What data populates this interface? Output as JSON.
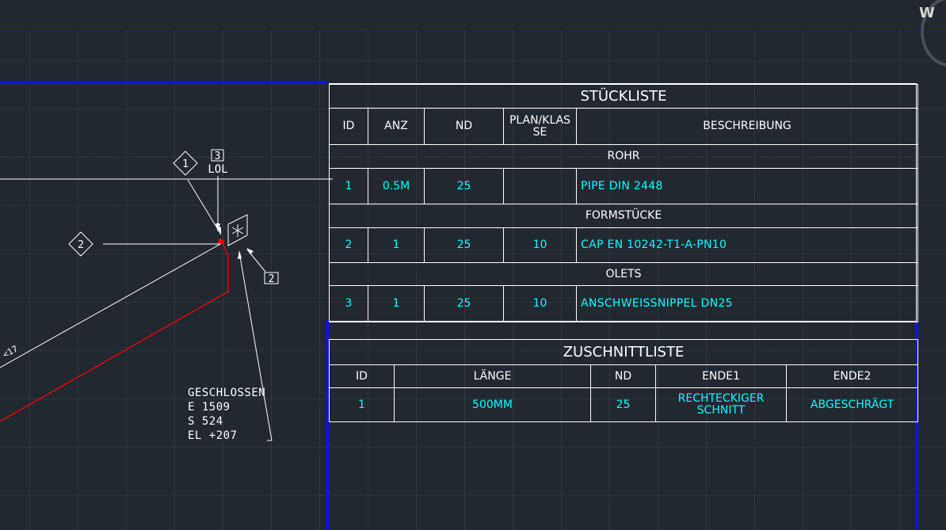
{
  "viewcube": {
    "label": "W"
  },
  "annotations": {
    "bubble_1": "1",
    "bubble_2": "2",
    "tag_3": "3",
    "tag_lol": "LOL",
    "tag_2": "2",
    "dim_label": "<17",
    "note_lines": [
      "GESCHLOSSEN",
      "E 1509",
      "S 524",
      "EL +207"
    ]
  },
  "stueckliste": {
    "title": "STÜCKLISTE",
    "headers": [
      "ID",
      "ANZ",
      "ND",
      "PLAN/KLAS SE",
      "BESCHREIBUNG"
    ],
    "groups": [
      {
        "name": "ROHR",
        "rows": [
          [
            "1",
            "0.5M",
            "25",
            "",
            "PIPE DIN 2448"
          ]
        ]
      },
      {
        "name": "FORMSTÜCKE",
        "rows": [
          [
            "2",
            "1",
            "25",
            "10",
            "CAP EN 10242-T1-A-PN10"
          ]
        ]
      },
      {
        "name": "OLETS",
        "rows": [
          [
            "3",
            "1",
            "25",
            "10",
            "ANSCHWEISSNIPPEL DN25"
          ]
        ]
      }
    ]
  },
  "zuschnittliste": {
    "title": "ZUSCHNITTLISTE",
    "headers": [
      "ID",
      "LÄNGE",
      "ND",
      "ENDE1",
      "ENDE2"
    ],
    "rows": [
      [
        "1",
        "500MM",
        "25",
        "RECHTECKIGER SCHNITT",
        "ABGESCHRÄGT"
      ]
    ]
  },
  "colors": {
    "background": "#212830",
    "border_blue": "#1010ff",
    "value_cyan": "#00ffff",
    "pipe_red": "#ff0000",
    "line_white": "#ffffff"
  }
}
